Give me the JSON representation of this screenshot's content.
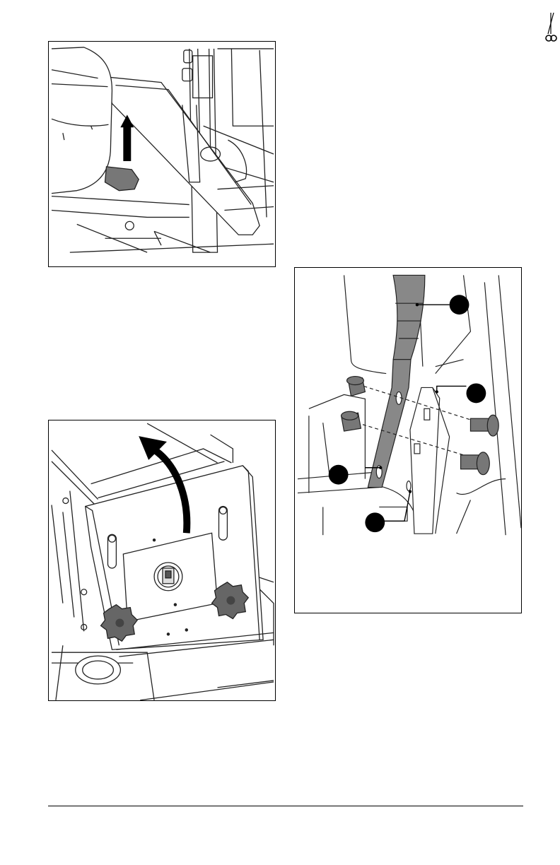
{
  "page": {
    "cut_marker_icon": "scissors-icon",
    "figures": [
      {
        "id": "seat",
        "icons": [
          "arrow-up-icon"
        ]
      },
      {
        "id": "panel",
        "icons": [
          "curved-arrow-icon",
          "knob-icon",
          "knob-icon"
        ]
      },
      {
        "id": "handle",
        "callouts": [
          "",
          "",
          "",
          ""
        ]
      }
    ]
  }
}
